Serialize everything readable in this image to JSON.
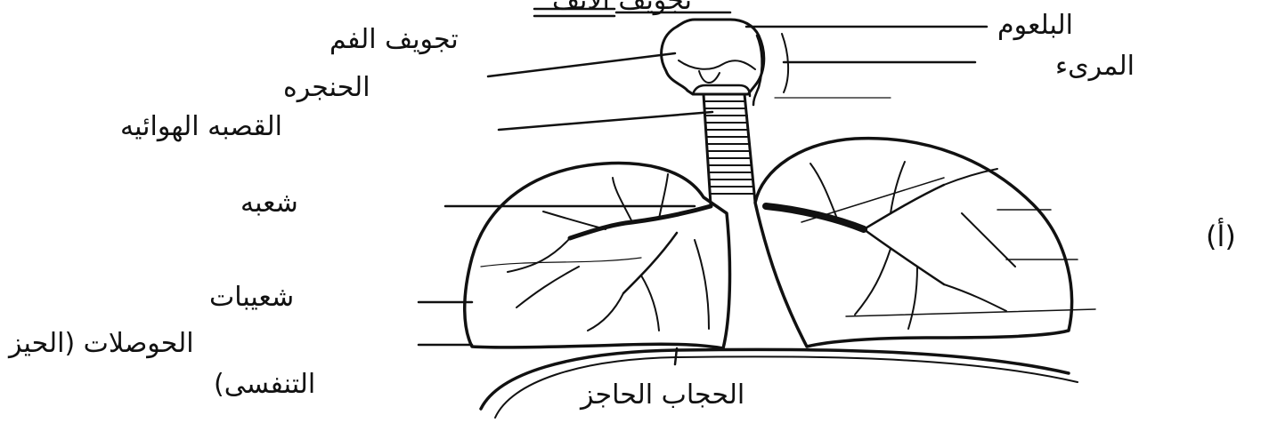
{
  "labels": {
    "nasal_cavity": "تجويف الأنف",
    "mouth_cavity": "تجويف الفم",
    "larynx": "الحنجره",
    "trachea": "القصبه الهوائيه",
    "bronchus": "شعبه",
    "bronchioles": "شعيبات",
    "alveoli_line1": "الحوصلات (الحيز",
    "alveoli_line2": "التنفسى)",
    "diaphragm": "الحجاب الحاجز",
    "pharynx": "البلعوم",
    "esophagus": "المرىء",
    "figure_tag": "(أ)"
  },
  "colors": {
    "ink": "#111111",
    "paper": "#ffffff"
  }
}
